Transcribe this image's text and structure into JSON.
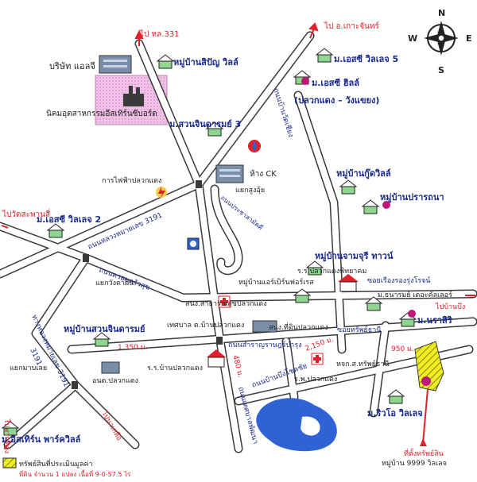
{
  "colors": {
    "road": "#ffffff",
    "road_edge": "#3a3a3a",
    "label_blue": "#1a2a8c",
    "label_red": "#e0202a",
    "label_black": "#222222",
    "water": "#2f62d4",
    "plot": "#f1ee1e",
    "industrial_zone": "#f0c0e6"
  },
  "compass": {
    "north": "N",
    "south": "S",
    "east": "E",
    "west": "W"
  },
  "directions": {
    "to_nong_lat_331": "ไป หล.331",
    "to_ko_chan": "ไป อ.เกาะจันทร์",
    "to_saphan_si": "ไปวัดสะพานสี่",
    "to_ban_bueng": "ไปบ้านบึง",
    "to_phan_thong": "ไปพานทอง",
    "to_na_kluea": "ไปนาเกลือ"
  },
  "roads": {
    "road_3191_north": "ถนนหลวงหมายเลข 3191",
    "road_3191_south": "ทางหลวงหมายเลข 3191",
    "road_3191_num": "3191",
    "khrop_khrua_suk": "ถนนครอบครัวสุข",
    "prachasamakkhi": "ถนนประชาสามัคคี",
    "ban_watchiang": "ถนนบ้านวัดเชียง",
    "sam_phan": "ถนนสำราญราษฎร์บำรุง",
    "ban_bueng_road": "ถนนบ้านบึงโชคชัย",
    "thesaban": "ถนนเทศบาลพัฒนา",
    "soi_rueang": "ซอยเรืองรองรุ่งโรจน์",
    "soi_sap": "ซอยทรัพย์ธานี"
  },
  "distances": {
    "d1350": "1,350 ม.",
    "d480": "480 ม.",
    "d2150": "2,150 ม.",
    "d950": "950 ม."
  },
  "places": {
    "lg_company": "บริษัท แอลจี",
    "industrial_estate": "นิคมอุตสาหกรรมอีสเทิร์นซีบอร์ด",
    "sinyaan_villas": "หมู่บ้านสิปัญ วิลล์",
    "sc_village5": "ม.เอสซี วิลเลจ 5",
    "sc_hill": "ม.เอสซี ฮิลล์",
    "sc_hill_area": "(ปลวกแดง – วังแขยง)",
    "suan_chindara3": "ม.สวนจินดารมย์ 3",
    "electricity": "การไฟฟ้าปลวกแดง",
    "ck_mall": "ห้าง CK",
    "kaeng_sung": "แยกสูงอุ้ย",
    "gooddee_village": "หมู่บ้านกู๊ดวิลล์",
    "prattana_village": "หมู่บ้านปรารถนา",
    "sc_village2": "ม.เอสซี วิลเลจ 2",
    "wang_tan": "แยกวังตาฝิน",
    "jamjuree_town": "หมู่บ้านจามจุรี ทาวน์",
    "pitayakom_school": "ร.ร.ปลวกแดงพิทยาคม",
    "air_view": "หมู่บ้านแอร์เบิร์นฟอร์เรส",
    "health_office": "สนง.สาธารณสุขปลวกแดง",
    "thanaram_court": "ม.ธนารมย์ เดอะคัลเลอร์",
    "narasiri": "ม.นราสิริ",
    "suan_chindara_village": "หมู่บ้านสวนจินดารมย์",
    "municipality": "เทศบาล ต.บ้านปลวกแดง",
    "land_office": "สนง.ที่ดินปลวกแดง",
    "ploa_school": "ร.ร.บ้านปลวกแดง",
    "district_office": "อนต.ปลวกแดง",
    "mab_yai": "แยกมาบเลย",
    "hospital": "ร.พ.ปลวกแดง",
    "sap_thani": "หจก.ส.ทรัพย์ธานี",
    "riviera_village": "ม.ริวโอ วิลเลจ",
    "eastern_park": "ม.อีสเทิร์น พาร์ควิลล์",
    "asset_location": "ที่ตั้งทรัพย์สิน",
    "village_9999": "หมู่บ้าน 9999 วิลเลจ"
  },
  "legend": {
    "asset_label": "ทรัพย์สินที่ประเมินมูลค่า",
    "asset_sub": "ที่ดิน จำนวน 1 แปลง เนื้อที่ 9-0-57.5 ไร่"
  }
}
